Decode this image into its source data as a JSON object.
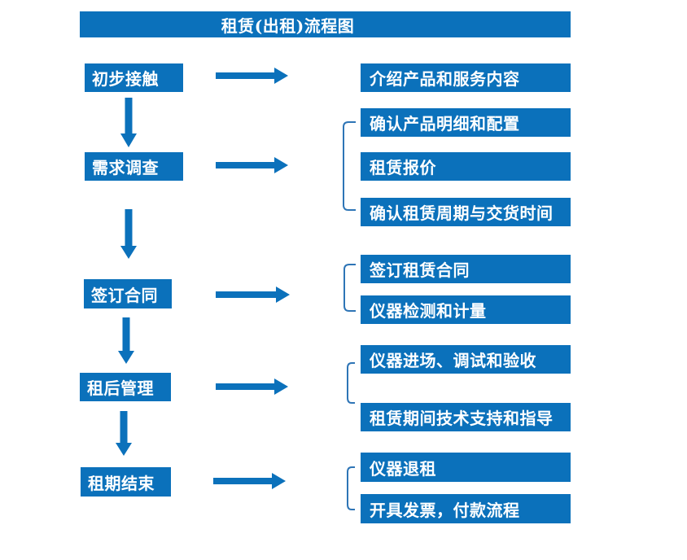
{
  "title": "租赁(出租)流程图",
  "colors": {
    "primary_blue": "#0b71bb",
    "bracket_blue": "#2e75b6",
    "text_white": "#ffffff",
    "background": "#ffffff"
  },
  "flow": [
    {
      "stage": "初步接触",
      "details": [
        "介绍产品和服务内容"
      ]
    },
    {
      "stage": "需求调查",
      "details": [
        "确认产品明细和配置",
        "租赁报价",
        "确认租赁周期与交货时间"
      ]
    },
    {
      "stage": "签订合同",
      "details": [
        "签订租赁合同",
        "仪器检测和计量"
      ]
    },
    {
      "stage": "租后管理",
      "details": [
        "仪器进场、调试和验收",
        "租赁期间技术支持和指导"
      ]
    },
    {
      "stage": "租期结束",
      "details": [
        "仪器退租",
        "开具发票，付款流程"
      ]
    }
  ]
}
